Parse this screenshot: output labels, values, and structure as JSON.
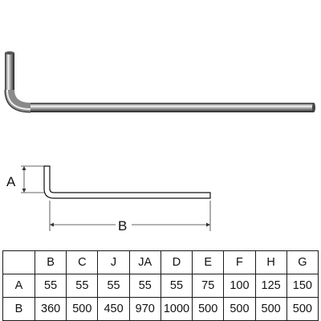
{
  "diagram": {
    "label_a": "A",
    "label_b": "B"
  },
  "table": {
    "header": [
      "",
      "B",
      "C",
      "J",
      "JA",
      "D",
      "E",
      "F",
      "H",
      "G"
    ],
    "rows": [
      [
        "A",
        "55",
        "55",
        "55",
        "55",
        "55",
        "75",
        "100",
        "125",
        "150"
      ],
      [
        "B",
        "360",
        "500",
        "450",
        "970",
        "1000",
        "500",
        "500",
        "500",
        "500"
      ]
    ]
  }
}
